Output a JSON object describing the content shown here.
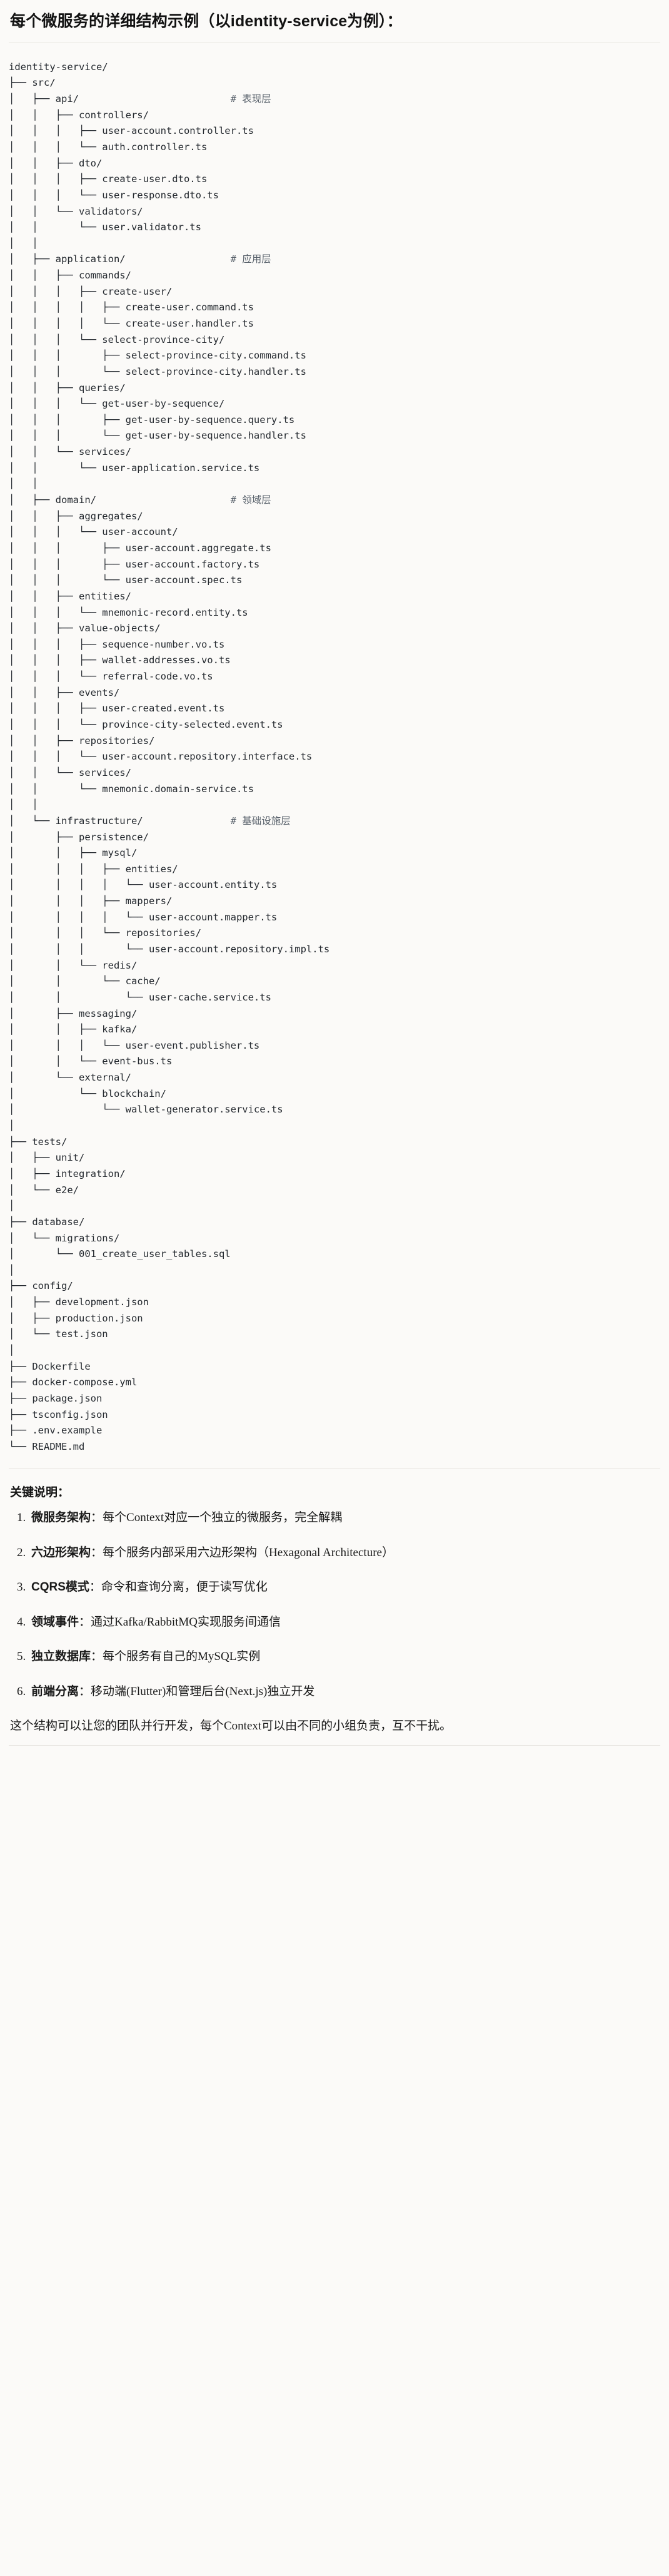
{
  "heading": "每个微服务的详细结构示例（以identity-service为例）：",
  "tree": {
    "root": "identity-service/",
    "lines": [
      {
        "text": "identity-service/",
        "comment": ""
      },
      {
        "text": "├── src/",
        "comment": ""
      },
      {
        "text": "│   ├── api/",
        "comment": "# 表现层"
      },
      {
        "text": "│   │   ├── controllers/",
        "comment": ""
      },
      {
        "text": "│   │   │   ├── user-account.controller.ts",
        "comment": ""
      },
      {
        "text": "│   │   │   └── auth.controller.ts",
        "comment": ""
      },
      {
        "text": "│   │   ├── dto/",
        "comment": ""
      },
      {
        "text": "│   │   │   ├── create-user.dto.ts",
        "comment": ""
      },
      {
        "text": "│   │   │   └── user-response.dto.ts",
        "comment": ""
      },
      {
        "text": "│   │   └── validators/",
        "comment": ""
      },
      {
        "text": "│   │       └── user.validator.ts",
        "comment": ""
      },
      {
        "text": "│   │",
        "comment": ""
      },
      {
        "text": "│   ├── application/",
        "comment": "# 应用层"
      },
      {
        "text": "│   │   ├── commands/",
        "comment": ""
      },
      {
        "text": "│   │   │   ├── create-user/",
        "comment": ""
      },
      {
        "text": "│   │   │   │   ├── create-user.command.ts",
        "comment": ""
      },
      {
        "text": "│   │   │   │   └── create-user.handler.ts",
        "comment": ""
      },
      {
        "text": "│   │   │   └── select-province-city/",
        "comment": ""
      },
      {
        "text": "│   │   │       ├── select-province-city.command.ts",
        "comment": ""
      },
      {
        "text": "│   │   │       └── select-province-city.handler.ts",
        "comment": ""
      },
      {
        "text": "│   │   ├── queries/",
        "comment": ""
      },
      {
        "text": "│   │   │   └── get-user-by-sequence/",
        "comment": ""
      },
      {
        "text": "│   │   │       ├── get-user-by-sequence.query.ts",
        "comment": ""
      },
      {
        "text": "│   │   │       └── get-user-by-sequence.handler.ts",
        "comment": ""
      },
      {
        "text": "│   │   └── services/",
        "comment": ""
      },
      {
        "text": "│   │       └── user-application.service.ts",
        "comment": ""
      },
      {
        "text": "│   │",
        "comment": ""
      },
      {
        "text": "│   ├── domain/",
        "comment": "# 领域层"
      },
      {
        "text": "│   │   ├── aggregates/",
        "comment": ""
      },
      {
        "text": "│   │   │   └── user-account/",
        "comment": ""
      },
      {
        "text": "│   │   │       ├── user-account.aggregate.ts",
        "comment": ""
      },
      {
        "text": "│   │   │       ├── user-account.factory.ts",
        "comment": ""
      },
      {
        "text": "│   │   │       └── user-account.spec.ts",
        "comment": ""
      },
      {
        "text": "│   │   ├── entities/",
        "comment": ""
      },
      {
        "text": "│   │   │   └── mnemonic-record.entity.ts",
        "comment": ""
      },
      {
        "text": "│   │   ├── value-objects/",
        "comment": ""
      },
      {
        "text": "│   │   │   ├── sequence-number.vo.ts",
        "comment": ""
      },
      {
        "text": "│   │   │   ├── wallet-addresses.vo.ts",
        "comment": ""
      },
      {
        "text": "│   │   │   └── referral-code.vo.ts",
        "comment": ""
      },
      {
        "text": "│   │   ├── events/",
        "comment": ""
      },
      {
        "text": "│   │   │   ├── user-created.event.ts",
        "comment": ""
      },
      {
        "text": "│   │   │   └── province-city-selected.event.ts",
        "comment": ""
      },
      {
        "text": "│   │   ├── repositories/",
        "comment": ""
      },
      {
        "text": "│   │   │   └── user-account.repository.interface.ts",
        "comment": ""
      },
      {
        "text": "│   │   └── services/",
        "comment": ""
      },
      {
        "text": "│   │       └── mnemonic.domain-service.ts",
        "comment": ""
      },
      {
        "text": "│   │",
        "comment": ""
      },
      {
        "text": "│   └── infrastructure/",
        "comment": "# 基础设施层"
      },
      {
        "text": "│       ├── persistence/",
        "comment": ""
      },
      {
        "text": "│       │   ├── mysql/",
        "comment": ""
      },
      {
        "text": "│       │   │   ├── entities/",
        "comment": ""
      },
      {
        "text": "│       │   │   │   └── user-account.entity.ts",
        "comment": ""
      },
      {
        "text": "│       │   │   ├── mappers/",
        "comment": ""
      },
      {
        "text": "│       │   │   │   └── user-account.mapper.ts",
        "comment": ""
      },
      {
        "text": "│       │   │   └── repositories/",
        "comment": ""
      },
      {
        "text": "│       │   │       └── user-account.repository.impl.ts",
        "comment": ""
      },
      {
        "text": "│       │   └── redis/",
        "comment": ""
      },
      {
        "text": "│       │       └── cache/",
        "comment": ""
      },
      {
        "text": "│       │           └── user-cache.service.ts",
        "comment": ""
      },
      {
        "text": "│       ├── messaging/",
        "comment": ""
      },
      {
        "text": "│       │   ├── kafka/",
        "comment": ""
      },
      {
        "text": "│       │   │   └── user-event.publisher.ts",
        "comment": ""
      },
      {
        "text": "│       │   └── event-bus.ts",
        "comment": ""
      },
      {
        "text": "│       └── external/",
        "comment": ""
      },
      {
        "text": "│           └── blockchain/",
        "comment": ""
      },
      {
        "text": "│               └── wallet-generator.service.ts",
        "comment": ""
      },
      {
        "text": "│",
        "comment": ""
      },
      {
        "text": "├── tests/",
        "comment": ""
      },
      {
        "text": "│   ├── unit/",
        "comment": ""
      },
      {
        "text": "│   ├── integration/",
        "comment": ""
      },
      {
        "text": "│   └── e2e/",
        "comment": ""
      },
      {
        "text": "│",
        "comment": ""
      },
      {
        "text": "├── database/",
        "comment": ""
      },
      {
        "text": "│   └── migrations/",
        "comment": ""
      },
      {
        "text": "│       └── 001_create_user_tables.sql",
        "comment": ""
      },
      {
        "text": "│",
        "comment": ""
      },
      {
        "text": "├── config/",
        "comment": ""
      },
      {
        "text": "│   ├── development.json",
        "comment": ""
      },
      {
        "text": "│   ├── production.json",
        "comment": ""
      },
      {
        "text": "│   └── test.json",
        "comment": ""
      },
      {
        "text": "│",
        "comment": ""
      },
      {
        "text": "├── Dockerfile",
        "comment": ""
      },
      {
        "text": "├── docker-compose.yml",
        "comment": ""
      },
      {
        "text": "├── package.json",
        "comment": ""
      },
      {
        "text": "├── tsconfig.json",
        "comment": ""
      },
      {
        "text": "├── .env.example",
        "comment": ""
      },
      {
        "text": "└── README.md",
        "comment": ""
      }
    ]
  },
  "notes": {
    "title": "关键说明：",
    "items": [
      {
        "lead": "微服务架构",
        "body": "：每个Context对应一个独立的微服务，完全解耦"
      },
      {
        "lead": "六边形架构",
        "body": "：每个服务内部采用六边形架构（Hexagonal Architecture）"
      },
      {
        "lead": "CQRS模式",
        "body": "：命令和查询分离，便于读写优化"
      },
      {
        "lead": "领域事件",
        "body": "：通过Kafka/RabbitMQ实现服务间通信"
      },
      {
        "lead": "独立数据库",
        "body": "：每个服务有自己的MySQL实例"
      },
      {
        "lead": "前端分离",
        "body": "：移动端(Flutter)和管理后台(Next.js)独立开发"
      }
    ],
    "closing": "这个结构可以让您的团队并行开发，每个Context可以由不同的小组负责，互不干扰。"
  },
  "colors": {
    "page_bg": "#fbfaf8",
    "text": "#1a1a1a",
    "code_text": "#24292f",
    "comment_text": "#57606a",
    "rule": "#e6e4df"
  }
}
